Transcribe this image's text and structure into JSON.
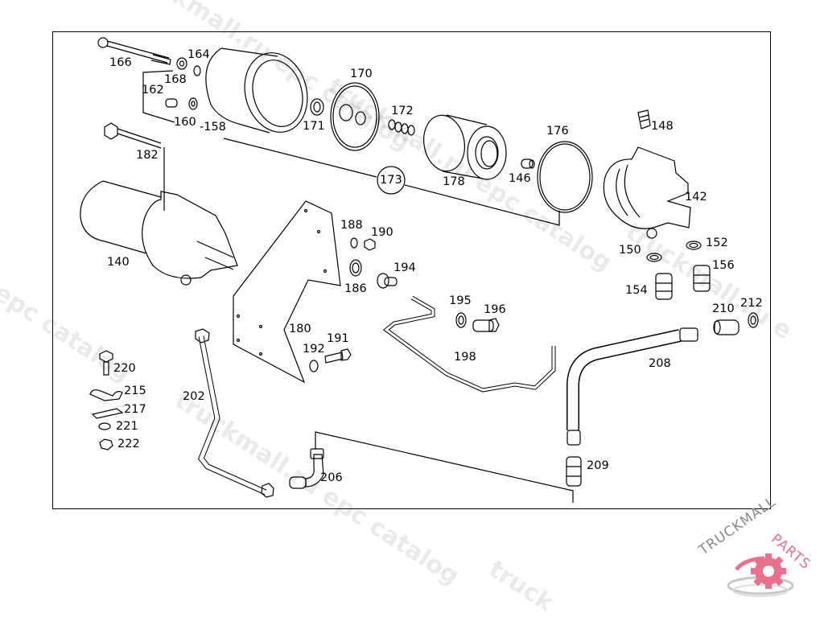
{
  "diagram": {
    "title": "Fuel filter assembly exploded view",
    "labels": [
      {
        "id": "166",
        "text": "166"
      },
      {
        "id": "164",
        "text": "164"
      },
      {
        "id": "168",
        "text": "168"
      },
      {
        "id": "162",
        "text": "162"
      },
      {
        "id": "160",
        "text": "160"
      },
      {
        "id": "158",
        "text": "-158"
      },
      {
        "id": "182",
        "text": "182"
      },
      {
        "id": "170",
        "text": "170"
      },
      {
        "id": "171",
        "text": "171"
      },
      {
        "id": "172",
        "text": "172"
      },
      {
        "id": "173",
        "text": "173"
      },
      {
        "id": "178",
        "text": "178"
      },
      {
        "id": "146",
        "text": "146"
      },
      {
        "id": "176",
        "text": "176"
      },
      {
        "id": "148",
        "text": "148"
      },
      {
        "id": "142",
        "text": "142"
      },
      {
        "id": "152",
        "text": "152"
      },
      {
        "id": "150",
        "text": "150"
      },
      {
        "id": "156",
        "text": "156"
      },
      {
        "id": "154",
        "text": "154"
      },
      {
        "id": "210",
        "text": "210"
      },
      {
        "id": "212",
        "text": "212"
      },
      {
        "id": "140",
        "text": "140"
      },
      {
        "id": "188",
        "text": "188"
      },
      {
        "id": "190",
        "text": "190"
      },
      {
        "id": "186",
        "text": "186"
      },
      {
        "id": "194",
        "text": "194"
      },
      {
        "id": "195",
        "text": "195"
      },
      {
        "id": "196",
        "text": "196"
      },
      {
        "id": "180",
        "text": "180"
      },
      {
        "id": "191",
        "text": "191"
      },
      {
        "id": "192",
        "text": "192"
      },
      {
        "id": "198",
        "text": "198"
      },
      {
        "id": "208",
        "text": "208"
      },
      {
        "id": "220",
        "text": "220"
      },
      {
        "id": "215",
        "text": "215"
      },
      {
        "id": "217",
        "text": "217"
      },
      {
        "id": "221",
        "text": "221"
      },
      {
        "id": "222",
        "text": "222"
      },
      {
        "id": "202",
        "text": "202"
      },
      {
        "id": "206",
        "text": "206"
      },
      {
        "id": "209",
        "text": "209"
      }
    ]
  },
  "watermarks": [
    "truckmall.ru epc catalog",
    "truckmall.ru epc catalog",
    "truckmall.ru epc catalog",
    "truckmall.ru e",
    "y epc catalog",
    "truck"
  ],
  "logo": {
    "part1": "TRUCKMALL",
    "part2": "PARTS",
    "color_gray": "#8a8a8a",
    "color_pink": "#e8718d"
  }
}
